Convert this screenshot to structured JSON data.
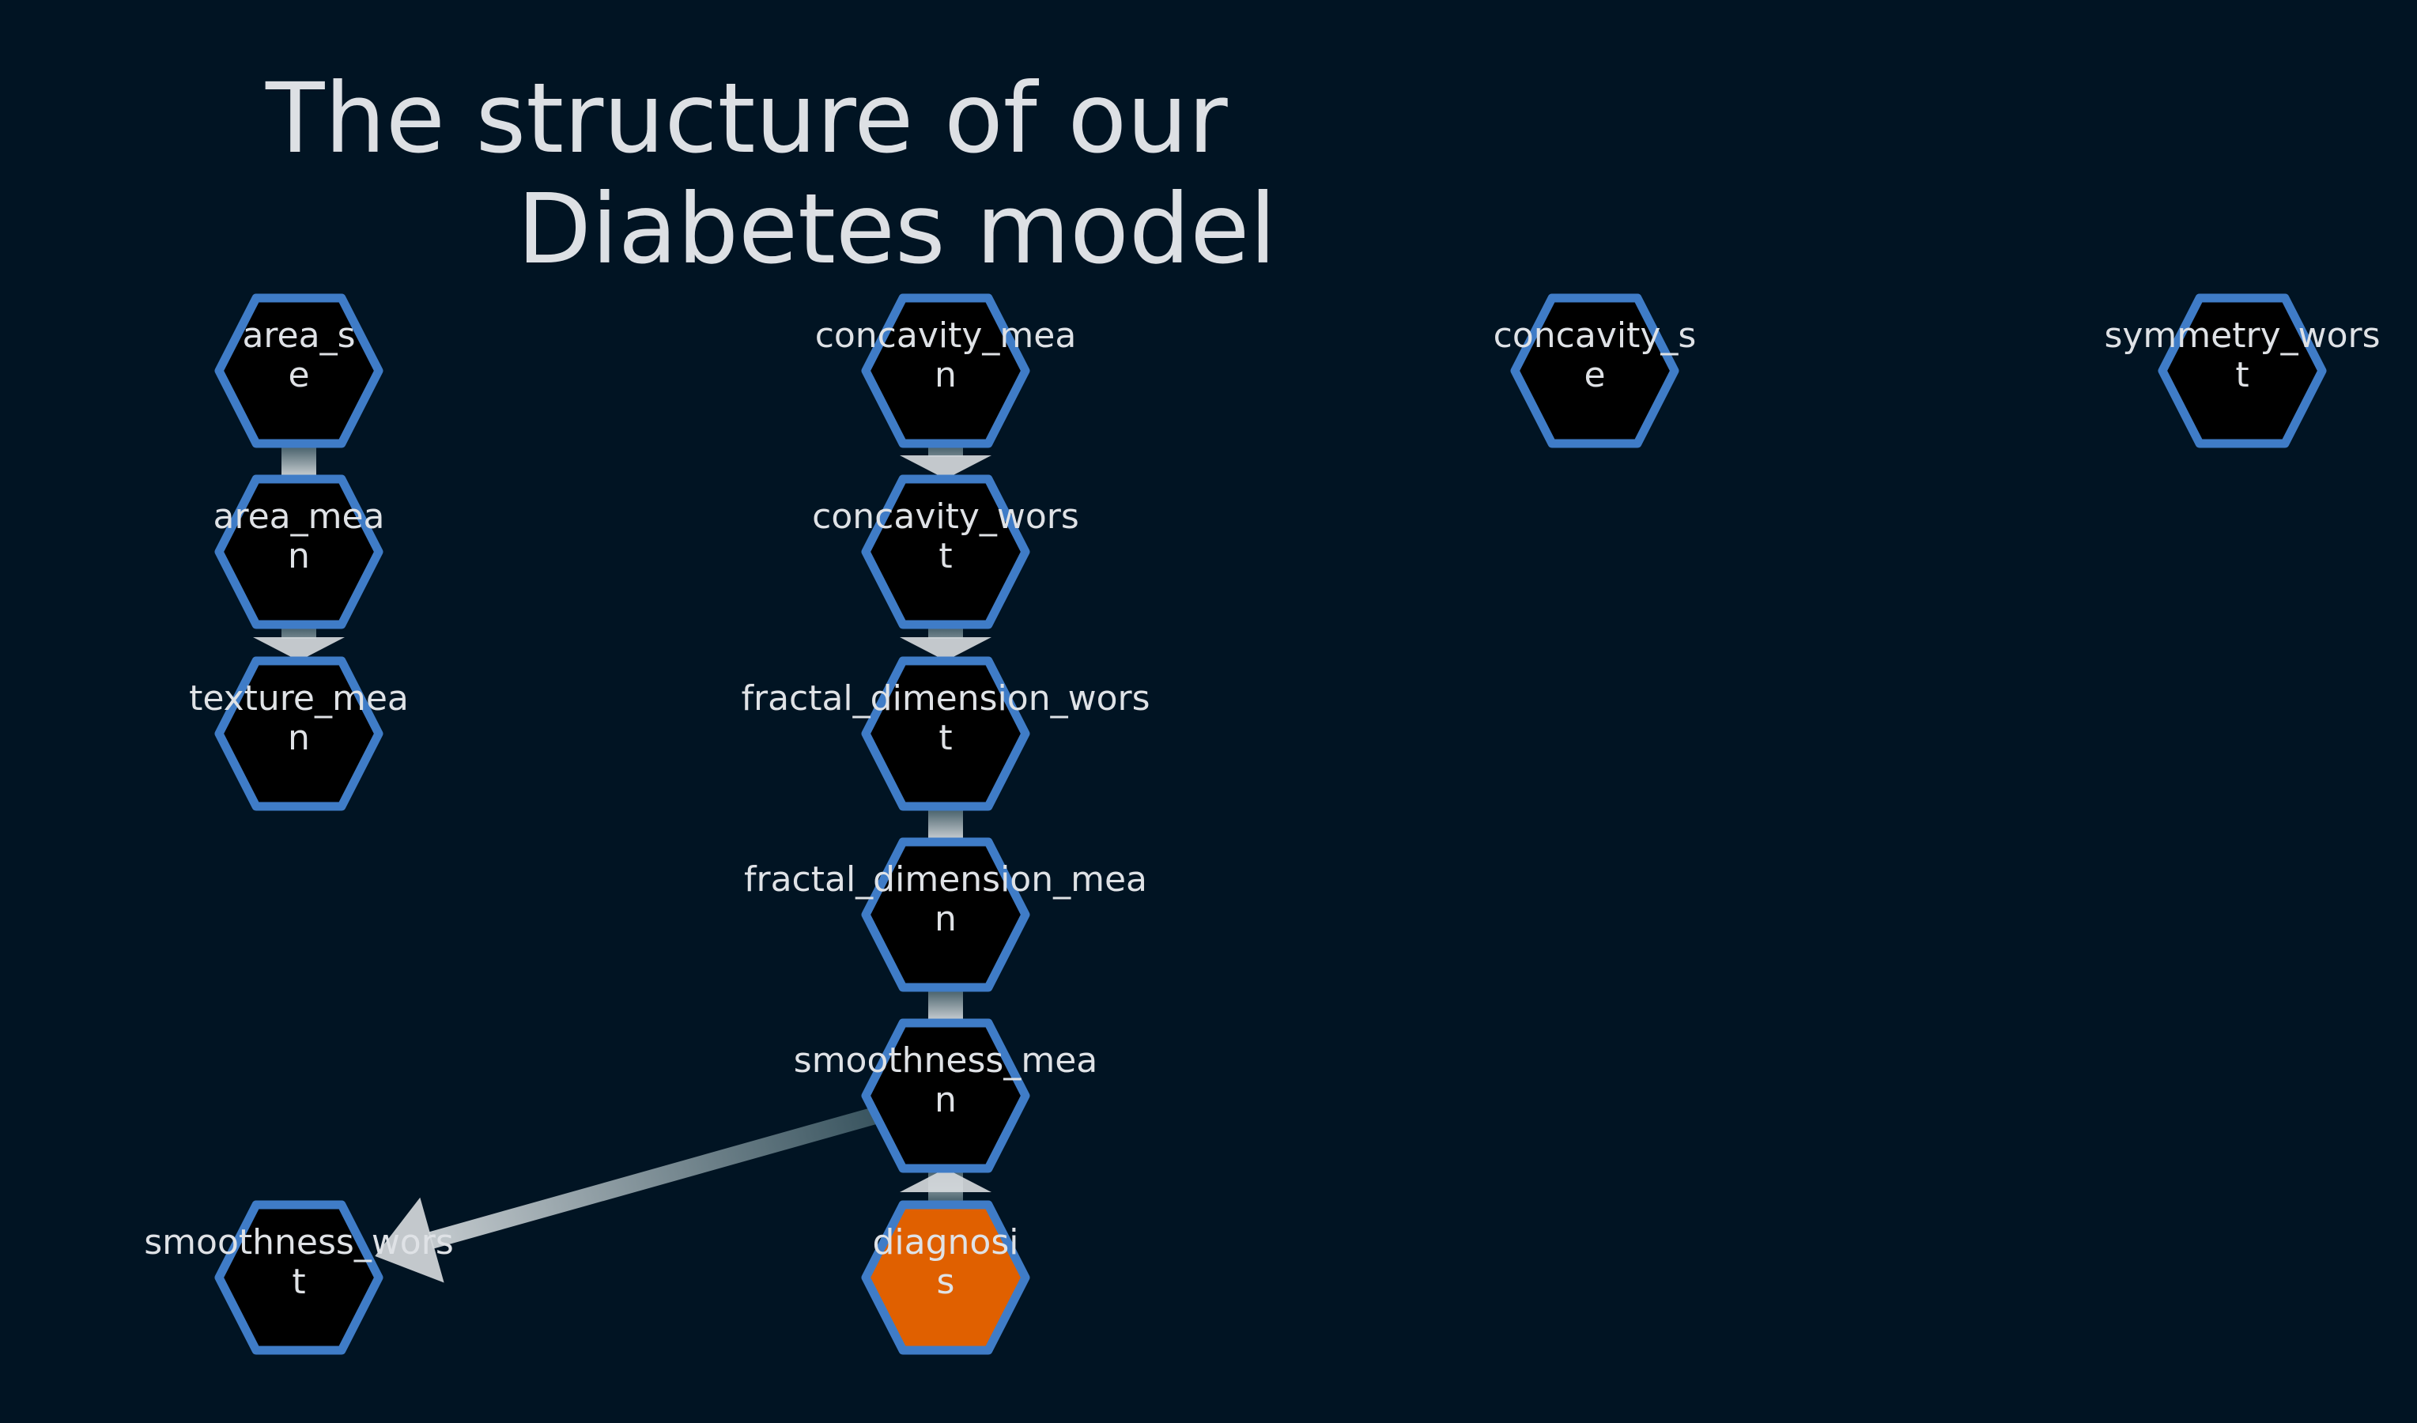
{
  "title": {
    "line1": "The structure of our",
    "line2": "Diabetes model"
  },
  "colors": {
    "background": "#011423",
    "node_fill": "#000000",
    "node_stroke": "#3f7cc7",
    "target_fill": "#e06000",
    "edge_light": "#d4d8db",
    "edge_dark": "#3a5560",
    "label": "#dfe2e6"
  },
  "nodes": [
    {
      "id": "area_se",
      "lines": [
        "area_s",
        "e"
      ]
    },
    {
      "id": "area_mean",
      "lines": [
        "area_mea",
        "n"
      ]
    },
    {
      "id": "texture_mean",
      "lines": [
        "texture_mea",
        "n"
      ]
    },
    {
      "id": "smoothness_worst",
      "lines": [
        "smoothness_wors",
        "t"
      ]
    },
    {
      "id": "concavity_mean",
      "lines": [
        "concavity_mea",
        "n"
      ]
    },
    {
      "id": "concavity_worst",
      "lines": [
        "concavity_wors",
        "t"
      ]
    },
    {
      "id": "fractal_dimension_worst",
      "lines": [
        "fractal_dimension_wors",
        "t"
      ]
    },
    {
      "id": "fractal_dimension_mean",
      "lines": [
        "fractal_dimension_mea",
        "n"
      ]
    },
    {
      "id": "smoothness_mean",
      "lines": [
        "smoothness_mea",
        "n"
      ]
    },
    {
      "id": "diagnosis",
      "lines": [
        "diagnosi",
        "s"
      ],
      "target": true
    },
    {
      "id": "concavity_se",
      "lines": [
        "concavity_s",
        "e"
      ]
    },
    {
      "id": "symmetry_worst",
      "lines": [
        "symmetry_wors",
        "t"
      ]
    }
  ],
  "edges": [
    {
      "from": "area_se",
      "to": "area_mean",
      "arrow": false
    },
    {
      "from": "area_mean",
      "to": "texture_mean",
      "arrow": true
    },
    {
      "from": "concavity_mean",
      "to": "concavity_worst",
      "arrow": true
    },
    {
      "from": "concavity_worst",
      "to": "fractal_dimension_worst",
      "arrow": true
    },
    {
      "from": "fractal_dimension_worst",
      "to": "fractal_dimension_mean",
      "arrow": false
    },
    {
      "from": "fractal_dimension_mean",
      "to": "smoothness_mean",
      "arrow": false
    },
    {
      "from": "smoothness_mean",
      "to": "diagnosis",
      "arrow": false
    },
    {
      "from": "smoothness_mean",
      "to": "smoothness_worst",
      "arrow": true
    },
    {
      "from": "diagnosis",
      "to": "smoothness_mean",
      "arrow": true
    }
  ]
}
